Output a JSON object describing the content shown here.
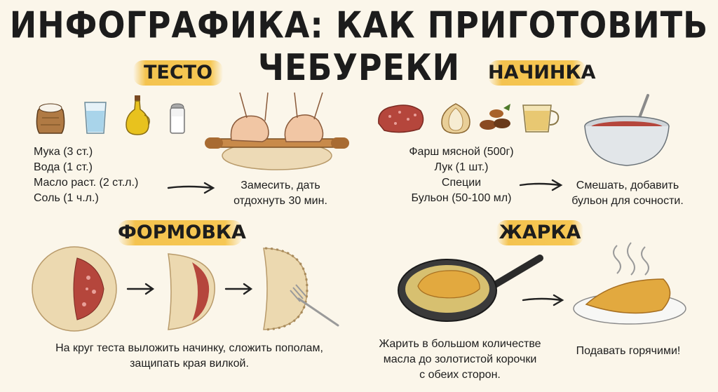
{
  "title": "ИНФОГРАФИКА: КАК ПРИГОТОВИТЬ ЧЕБУРЕКИ",
  "sections": {
    "dough": {
      "heading": "ТЕСТО",
      "ingredients": [
        "Мука (3 ст.)",
        "Вода (1 ст.)",
        "Масло раст. (2 ст.л.)",
        "Соль (1 ч.л.)"
      ],
      "step_line1": "Замесить, дать",
      "step_line2": "отдохнуть 30 мин.",
      "icons": [
        "flour-sack-icon",
        "water-glass-icon",
        "oil-bottle-icon",
        "salt-shaker-icon",
        "rolling-dough-icon"
      ]
    },
    "filling": {
      "heading": "НАЧИНКА",
      "ingredients": [
        "Фарш мясной (500г)",
        "Лук (1 шт.)",
        "Специи",
        "Бульон (50-100 мл)"
      ],
      "step_line1": "Смешать, добавить",
      "step_line2": "бульон для сочности.",
      "icons": [
        "minced-meat-icon",
        "onion-icon",
        "spices-icon",
        "broth-cup-icon",
        "mixing-bowl-icon"
      ]
    },
    "shaping": {
      "heading": "ФОРМОВКА",
      "step_line1": "На круг теста выложить начинку, сложить пополам,",
      "step_line2": "защипать края вилкой.",
      "icons": [
        "dough-circle-icon",
        "folded-dough-icon",
        "crimped-pie-icon"
      ]
    },
    "frying": {
      "heading": "ЖАРКА",
      "step_line1": "Жарить в большом количестве",
      "step_line2": "масла до золотистой корочки",
      "step_line3": "с обеих сторон.",
      "serve": "Подавать горячими!",
      "icons": [
        "frying-pan-icon",
        "served-plate-icon"
      ]
    }
  },
  "colors": {
    "background": "#fbf6ea",
    "banner": "#f4c34f",
    "text": "#1d1d1d",
    "dough": "#ecd9b0",
    "meat": "#b5463c",
    "golden": "#e2a93f"
  }
}
